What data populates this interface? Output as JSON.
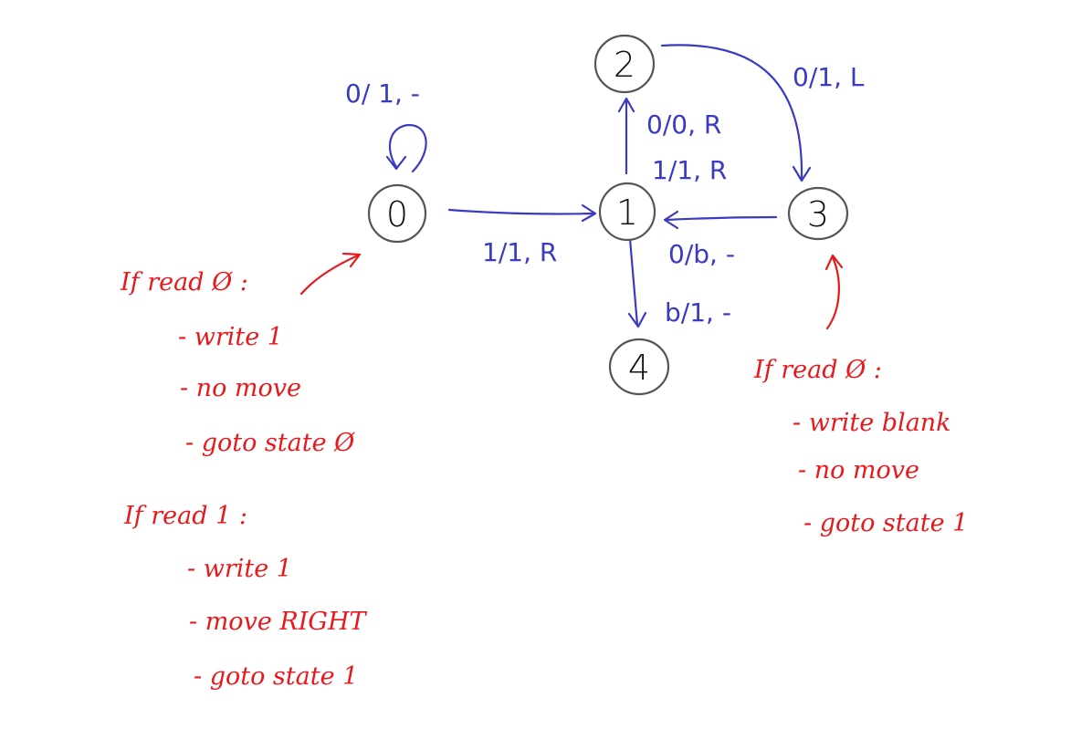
{
  "colors": {
    "edge": "#3a3ac2",
    "note": "#e8191c",
    "node_stroke": "#555555"
  },
  "states": [
    {
      "id": "0",
      "label": "0"
    },
    {
      "id": "1",
      "label": "1"
    },
    {
      "id": "2",
      "label": "2"
    },
    {
      "id": "3",
      "label": "3"
    },
    {
      "id": "4",
      "label": "4"
    }
  ],
  "transitions": [
    {
      "from": "0",
      "to": "0",
      "label": "0/ 1, -"
    },
    {
      "from": "0",
      "to": "1",
      "label": "1/1, R"
    },
    {
      "from": "1",
      "to": "2",
      "label": "0/0, R"
    },
    {
      "from": "1",
      "to": "2",
      "label_2": "1/1, R"
    },
    {
      "from": "2",
      "to": "3",
      "label": "0/1, L"
    },
    {
      "from": "3",
      "to": "1",
      "label": "0/b, -"
    },
    {
      "from": "1",
      "to": "4",
      "label": "b/1, -"
    }
  ],
  "notes": {
    "state0": {
      "read0": {
        "header": "If read Ø :",
        "items": [
          "- write 1",
          "- no move",
          "- goto state Ø"
        ]
      },
      "read1": {
        "header": "If read 1 :",
        "items": [
          "- write 1",
          "- move RIGHT",
          "- goto state 1"
        ]
      }
    },
    "state3": {
      "header": "If read Ø :",
      "items": [
        "- write blank",
        "- no move",
        "- goto state 1"
      ]
    }
  }
}
